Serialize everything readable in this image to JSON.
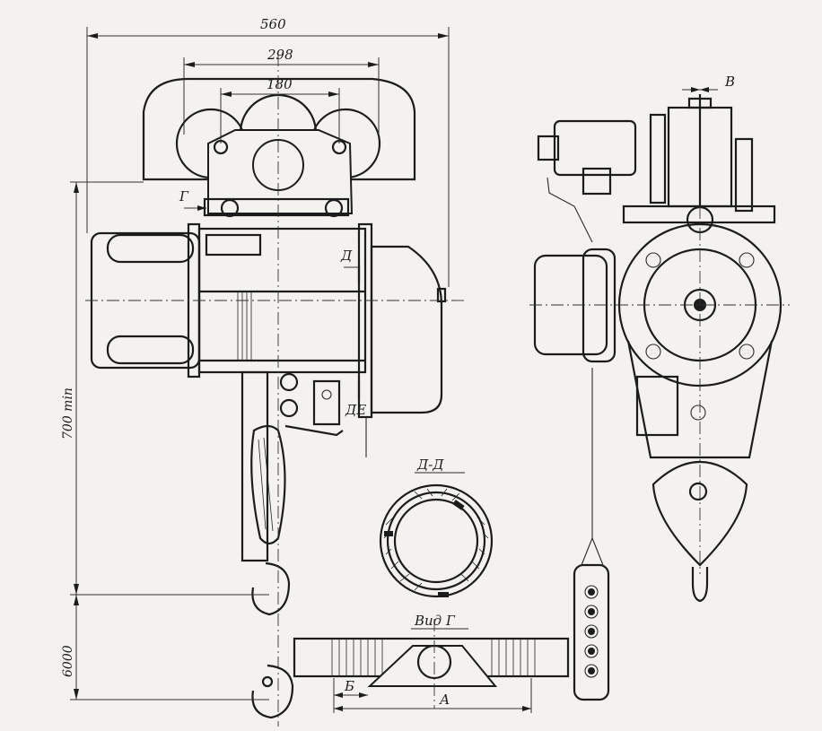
{
  "dimensions": {
    "overall_width": "560",
    "trolley_width": "298",
    "wheel_base": "180",
    "lift_height_min": "700 min",
    "lift_height_6000": "6000"
  },
  "labels": {
    "view_g_marker": "Г",
    "section_d_marker": "Д",
    "section_d_marker_2": "ДЕ",
    "detail_v": "В",
    "section_title": "Д-Д",
    "view_title": "Вид Г",
    "dim_b": "Б",
    "dim_a": "А"
  }
}
